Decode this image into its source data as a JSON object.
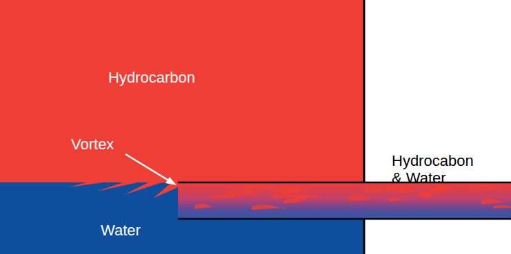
{
  "diagram": {
    "labels": [
      "Hydrocarbon",
      "Vortex",
      "Water",
      "Hydrocabon & Water"
    ]
  }
}
